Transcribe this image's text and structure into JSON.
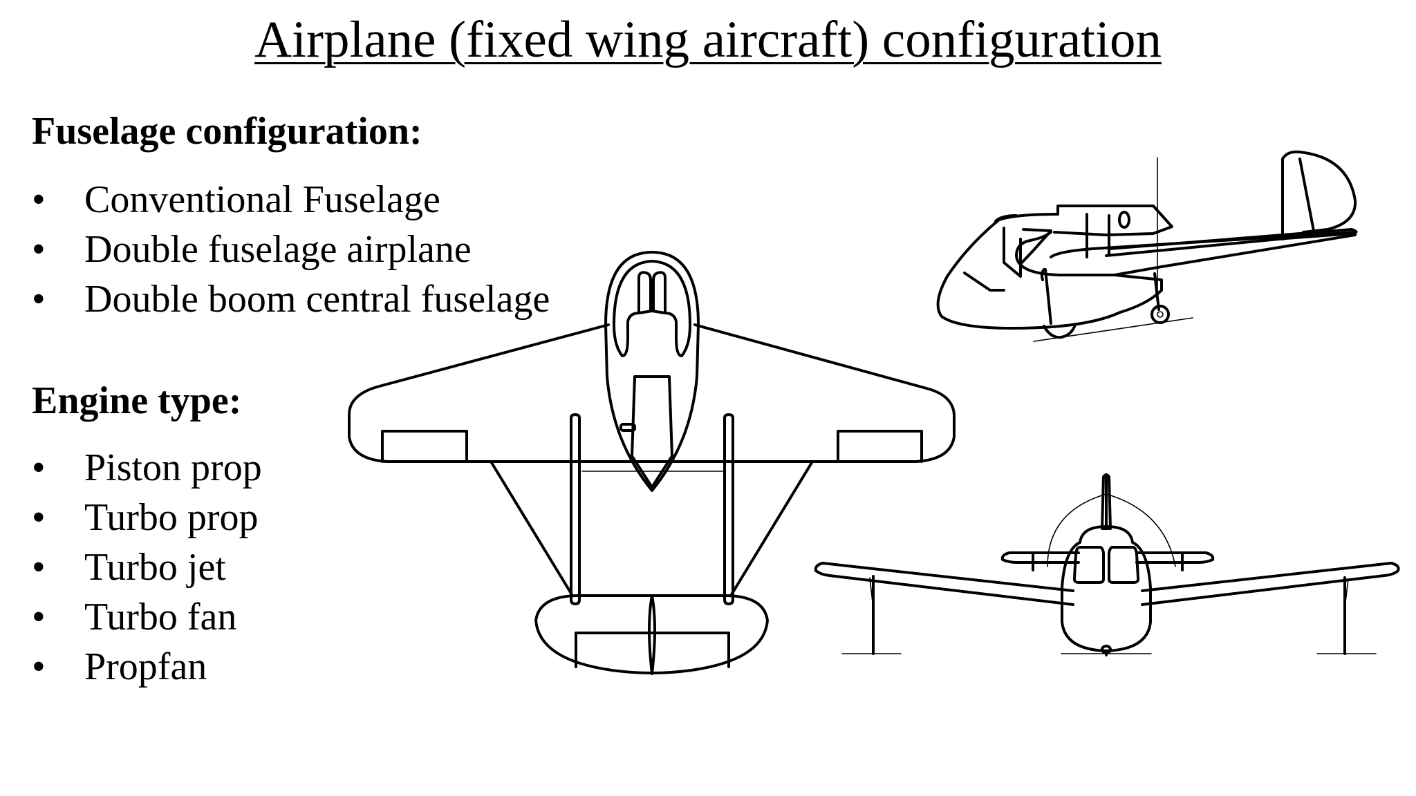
{
  "title": "Airplane (fixed wing aircraft) configuration",
  "fuselage": {
    "heading": "Fuselage configuration:",
    "items": [
      "Conventional Fuselage",
      "Double fuselage airplane",
      "Double boom central fuselage"
    ]
  },
  "engine": {
    "heading": "Engine type:",
    "items": [
      "Piston prop",
      "Turbo prop",
      "Turbo jet",
      "Turbo fan",
      "Propfan"
    ]
  },
  "bullet_glyph": "•"
}
